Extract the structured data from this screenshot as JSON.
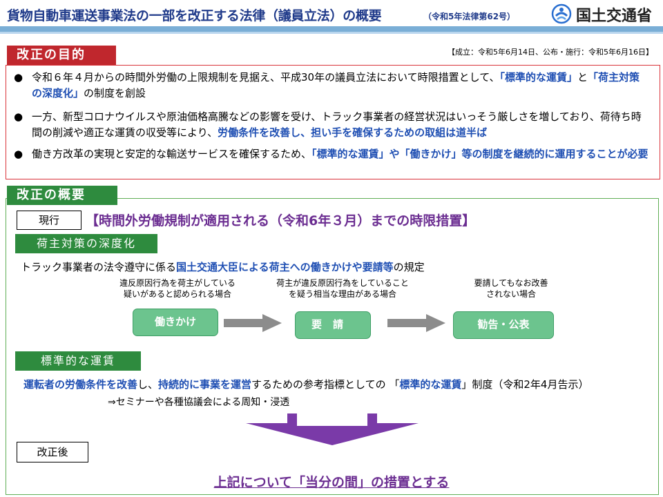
{
  "header": {
    "title": "貨物自動車運送事業法の一部を改正する法律（議員立法）の概要",
    "subtitle": "（令和5年法律第62号）",
    "logo_text": "国土交通省",
    "colors": {
      "title": "#1f3a8a",
      "bar": "#7aaed6"
    }
  },
  "purpose": {
    "heading": "改正の目的",
    "enactment_note": "【成立：令和5年6月14日、公布・施行：令和5年6月16日】",
    "bullets": [
      {
        "dot": "●",
        "parts": [
          "令和６年４月からの時間外労働の上限規制を見据え、平成30年の議員立法において時限措置として、",
          "「標準的な運賃」",
          "と",
          "「荷主対策の深度化」",
          "の制度を創設"
        ]
      },
      {
        "dot": "●",
        "parts": [
          "一方、新型コロナウイルスや原油価格高騰などの影響を受け、トラック事業者の経営状況はいっそう厳しさを増しており、荷待ち時間の削減や適正な運賃の収受等により、",
          "労働条件を改善し、担い手を確保するための取組は道半ば"
        ]
      },
      {
        "dot": "●",
        "parts": [
          "働き方改革の実現と安定的な輸送サービスを確保するため、",
          "「標準的な運賃」や「働きかけ」等の制度を継続的に運用することが必要"
        ]
      }
    ],
    "colors": {
      "heading_bg": "#c0272d",
      "highlight": "#1f4fb3"
    }
  },
  "overview": {
    "heading": "改正の概要",
    "current": {
      "label": "現行",
      "title": "【時間外労働規制が適用される（令和6年３月）までの時限措置】"
    },
    "shipper_measures": {
      "label": "荷主対策の深度化",
      "desc_parts": [
        "トラック事業者の法令遵守に係る",
        "国土交通大臣による荷主への働きかけや要請等",
        "の規定"
      ],
      "conditions": [
        {
          "line1": "違反原因行為を荷主がしている",
          "line2": "疑いがあると認められる場合"
        },
        {
          "line1": "荷主が違反原因行為をしていること",
          "line2": "を疑う相当な理由がある場合"
        },
        {
          "line1": "要請してもなお改善",
          "line2": "されない場合"
        }
      ],
      "steps": [
        "働きかけ",
        "要請",
        "勧告・公表"
      ]
    },
    "standard_fare": {
      "label": "標準的な運賃",
      "desc_parts": [
        "運転者の労働条件を改善",
        "し、",
        "持続的に事業を運営",
        "するための参考指標としての 「",
        "標準的な運賃",
        "」制度（令和2年4月告示）"
      ],
      "note": "⇒セミナーや各種協議会による周知・浸透"
    },
    "after": {
      "label": "改正後",
      "conclusion": "上記について「当分の間」の措置とする"
    },
    "colors": {
      "heading_bg": "#2e8b3e",
      "step_bg": "#6cc48e",
      "purple": "#6b2d91"
    }
  }
}
